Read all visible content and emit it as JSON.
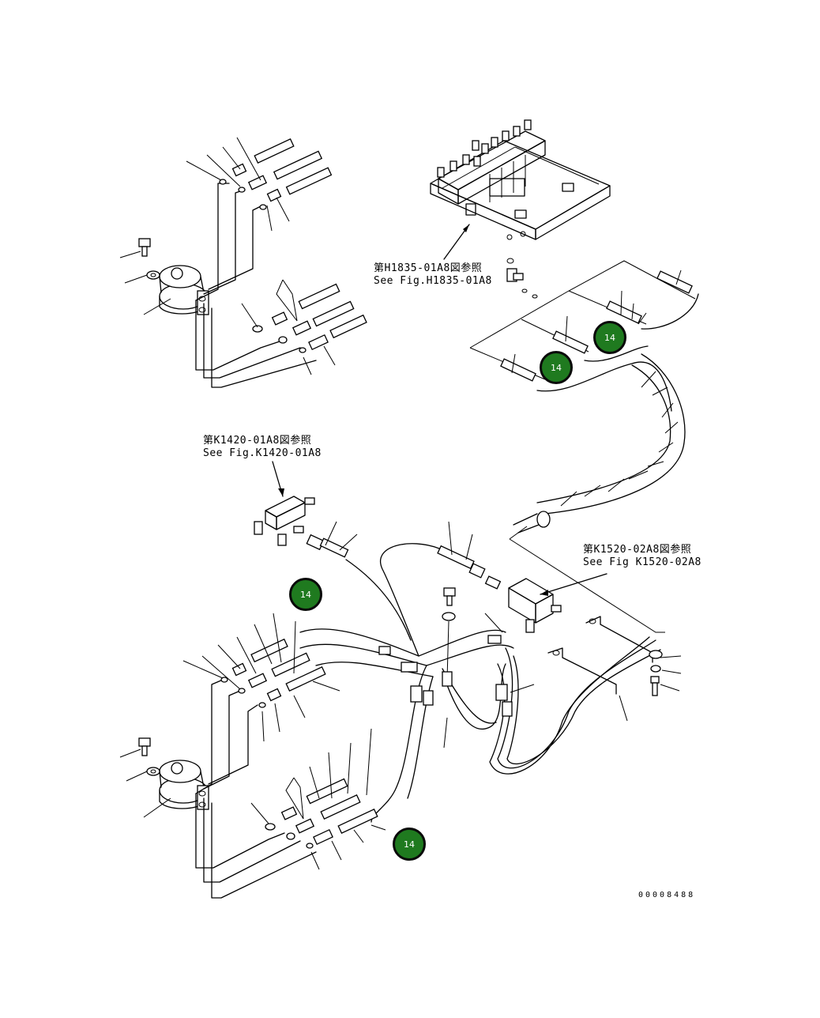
{
  "references": {
    "h1835": {
      "jp": "第H1835-01A8図参照",
      "en": "See Fig.H1835-01A8"
    },
    "k1420": {
      "jp": "第K1420-01A8図参照",
      "en": "See Fig.K1420-01A8"
    },
    "k1520": {
      "jp": "第K1520-02A8図参照",
      "en": "See Fig K1520-02A8"
    }
  },
  "callouts": [
    {
      "id": "callout-14-a",
      "label": "14"
    },
    {
      "id": "callout-14-b",
      "label": "14"
    },
    {
      "id": "callout-14-c",
      "label": "14"
    },
    {
      "id": "callout-14-d",
      "label": "14"
    }
  ],
  "drawing_number": "00008488",
  "colors": {
    "callout_fill": "#1f7a1f",
    "line": "#000000",
    "background": "#ffffff"
  }
}
